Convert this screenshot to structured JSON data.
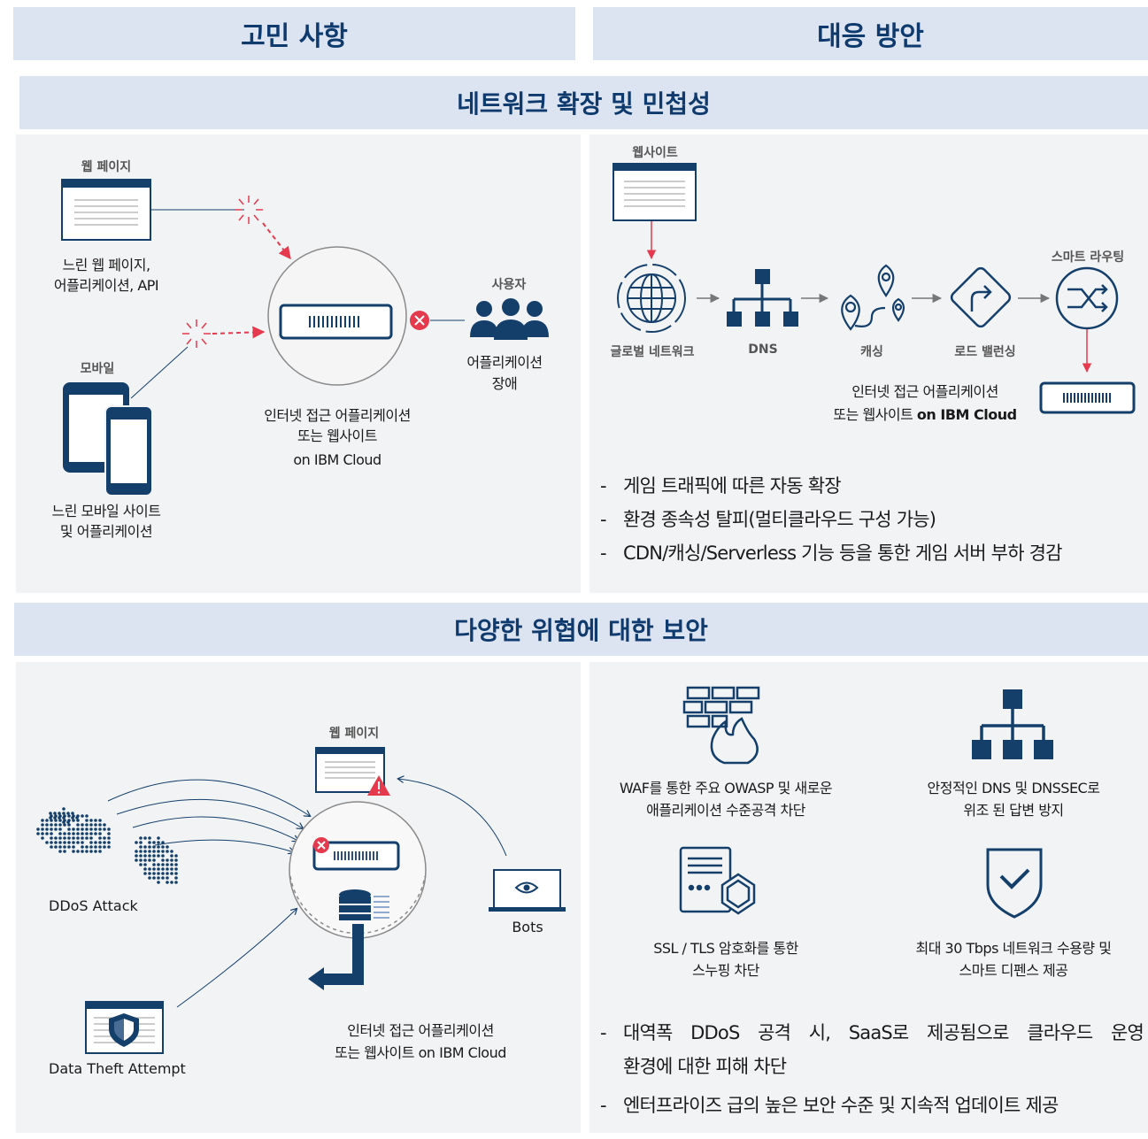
{
  "headers": {
    "concerns": "고민 사항",
    "solutions": "대응 방안",
    "section1": "네트워크 확장 및 민첩성",
    "section2": "다양한 위협에 대한 보안"
  },
  "section1": {
    "left": {
      "webpage_label": "웹 페이지",
      "slow_web": [
        "느린 웹 페이지,",
        "어플리케이션, API"
      ],
      "mobile_label": "모바일",
      "slow_mobile": [
        "느린 모바일 사이트",
        "및 어플리케이션"
      ],
      "center_caption": [
        "인터넷 접근 어플리케이션",
        "또는 웹사이트",
        "on IBM Cloud"
      ],
      "user_label": "사용자",
      "app_failure": [
        "어플리케이션",
        "장애"
      ]
    },
    "right": {
      "website_label": "웹사이트",
      "smart_routing_label": "스마트 라우팅",
      "steps": [
        "글로벌 네트워크",
        "DNS",
        "캐싱",
        "로드 밸런싱"
      ],
      "caption": [
        "인터넷 접근 어플리케이션",
        "또는 웹사이트 ",
        "on IBM Cloud"
      ],
      "bullets": [
        "게임 트래픽에 따른 자동 확장",
        "환경 종속성 탈피(멀티클라우드 구성 가능)",
        "CDN/캐싱/Serverless 기능 등을 통한 게임 서버 부하 경감"
      ]
    }
  },
  "section2": {
    "left": {
      "webpage_label": "웹 페이지",
      "ddos": "DDoS Attack",
      "bots": "Bots",
      "data_theft": "Data Theft Attempt",
      "center_caption": [
        "인터넷 접근 어플리케이션",
        "또는 웹사이트 on IBM Cloud"
      ]
    },
    "right": {
      "features": [
        [
          "WAF를 통한 주요 OWASP 및 새로운",
          "애플리케이션 수준공격 차단"
        ],
        [
          "안정적인 DNS 및 DNSSEC로",
          "위조 된 답변 방지"
        ],
        [
          "SSL / TLS 암호화를 통한",
          "스누핑 차단"
        ],
        [
          "최대 30 Tbps 네트워크 수용량 및",
          "스마트 디펜스 제공"
        ]
      ],
      "bullets": [
        [
          "대역폭 DDoS 공격 시, SaaS로 제공됨으로 클라우드 운영",
          "환경에 대한 피해 차단"
        ],
        [
          "엔터프라이즈 급의 높은 보안 수준 및 지속적 업데이트 제공"
        ]
      ]
    }
  },
  "colors": {
    "header_bg": "#dde4f1",
    "header_text": "#0f3a6e",
    "icon_dark": "#143f6b",
    "alert_red": "#e5394d",
    "panel_bg": "#f2f3f5"
  }
}
